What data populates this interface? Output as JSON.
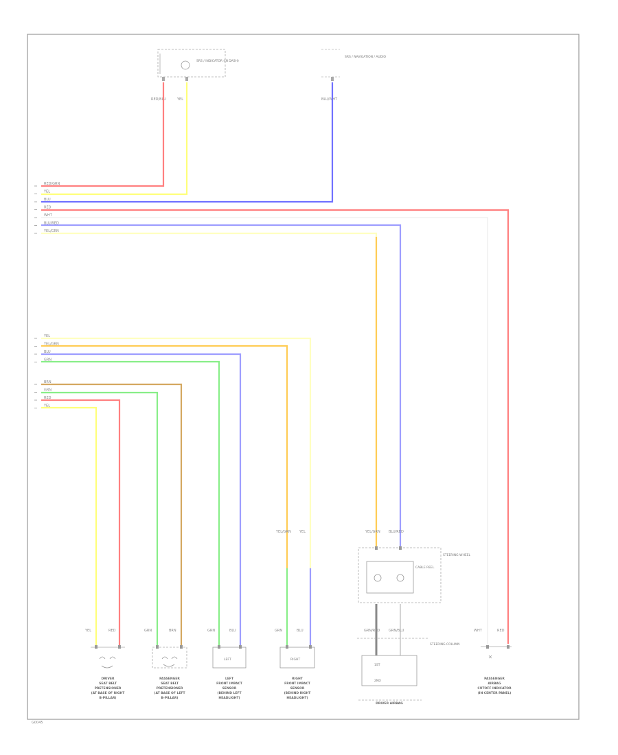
{
  "diagram_id": "G0045",
  "top_connectors": {
    "left": {
      "label": "SRS / INDICATOR (IN DASH)"
    },
    "right": {
      "label": "SRS / NAVIGATION / AUDIO"
    }
  },
  "top_wire_labels": {
    "a": "RED/BLU",
    "b": "YEL",
    "c": "BLU/WHT"
  },
  "header_rows_1": [
    {
      "code": "RED/GRN"
    },
    {
      "code": "YEL"
    },
    {
      "code": "BLU"
    },
    {
      "code": "RED"
    },
    {
      "code": "WHT"
    },
    {
      "code": "BLU/RED"
    },
    {
      "code": "YEL/GRN"
    }
  ],
  "header_rows_2": [
    {
      "code": "YEL"
    },
    {
      "code": "YEL/GRN"
    },
    {
      "code": "BLU"
    },
    {
      "code": "GRN"
    }
  ],
  "header_rows_3": [
    {
      "code": "BRN"
    },
    {
      "code": "GRN"
    },
    {
      "code": "RED"
    },
    {
      "code": "YEL"
    }
  ],
  "components": {
    "driver_seat": {
      "wire_labels": [
        "YEL",
        "RED"
      ],
      "label_lines": [
        "DRIVER",
        "SEAT BELT",
        "PRETENSIONER",
        "(AT BASE OF RIGHT",
        "B-PILLAR)"
      ]
    },
    "passenger_seat": {
      "wire_labels": [
        "GRN",
        "BRN"
      ],
      "label_lines": [
        "PASSENGER",
        "SEAT BELT",
        "PRETENSIONER",
        "(AT BASE OF LEFT",
        "B-PILLAR)"
      ]
    },
    "left_sensor": {
      "wire_labels": [
        "GRN",
        "BLU"
      ],
      "box_text": "LEFT",
      "label_lines": [
        "LEFT",
        "FRONT IMPACT",
        "SENSOR",
        "(BEHIND LEFT",
        "HEADLIGHT)"
      ]
    },
    "right_sensor": {
      "wire_labels": [
        "GRN",
        "BLU"
      ],
      "upper_labels": [
        "YEL/GRN",
        "YEL"
      ],
      "box_text": "RIGHT",
      "label_lines": [
        "RIGHT",
        "FRONT IMPACT",
        "SENSOR",
        "(BEHIND RIGHT",
        "HEADLIGHT)"
      ]
    },
    "clock_spring": {
      "upper_labels": [
        "YEL/GRN",
        "BLU/RED"
      ],
      "box_label": "CABLE REEL",
      "side_label": "STEERING WHEEL",
      "wire_labels": [
        "GRN/RED",
        "GRN/BLU"
      ],
      "airbag_labels": [
        "1ST",
        "2ND"
      ],
      "harness_label": "STEERING COLUMN",
      "label_lines": [
        "DRIVER AIRBAG"
      ]
    },
    "passenger_indicator": {
      "wire_labels": [
        "WHT",
        "RED"
      ],
      "label_lines": [
        "PASSENGER",
        "AIRBAG",
        "CUTOFF INDICATOR",
        "(IN CENTER PANEL)"
      ]
    }
  },
  "colors": {
    "red": "#ff8080",
    "yellow": "#ffff7a",
    "blue": "#7070ff",
    "light_blue": "#9d9dff",
    "green": "#88ee88",
    "orange": "#ffcc55",
    "brown": "#d4a860",
    "cream": "#ffffc0",
    "border": "#888888"
  }
}
